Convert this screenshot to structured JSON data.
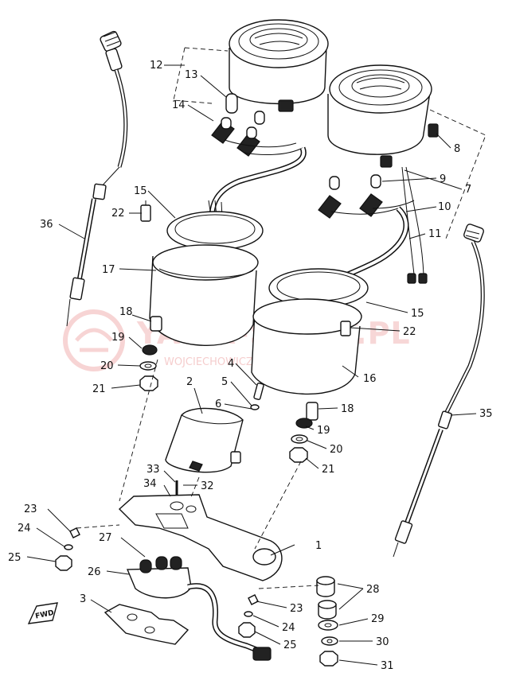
{
  "watermark": {
    "main": "YAMA-SKLEP.PL",
    "sub": "WOJCIECHOWICZ DEALER YAMAHA"
  },
  "fwd_label": "FWD",
  "callouts": [
    {
      "id": "1",
      "text": "1"
    },
    {
      "id": "2",
      "text": "2"
    },
    {
      "id": "3",
      "text": "3"
    },
    {
      "id": "4",
      "text": "4"
    },
    {
      "id": "5",
      "text": "5"
    },
    {
      "id": "6",
      "text": "6"
    },
    {
      "id": "7",
      "text": "7"
    },
    {
      "id": "8",
      "text": "8"
    },
    {
      "id": "9",
      "text": "9"
    },
    {
      "id": "10",
      "text": "10"
    },
    {
      "id": "11",
      "text": "11"
    },
    {
      "id": "12",
      "text": "12"
    },
    {
      "id": "13",
      "text": "13"
    },
    {
      "id": "14",
      "text": "14"
    },
    {
      "id": "15a",
      "text": "15"
    },
    {
      "id": "15b",
      "text": "15"
    },
    {
      "id": "16",
      "text": "16"
    },
    {
      "id": "17",
      "text": "17"
    },
    {
      "id": "18a",
      "text": "18"
    },
    {
      "id": "18b",
      "text": "18"
    },
    {
      "id": "19a",
      "text": "19"
    },
    {
      "id": "19b",
      "text": "19"
    },
    {
      "id": "20a",
      "text": "20"
    },
    {
      "id": "20b",
      "text": "20"
    },
    {
      "id": "21a",
      "text": "21"
    },
    {
      "id": "21b",
      "text": "21"
    },
    {
      "id": "22a",
      "text": "22"
    },
    {
      "id": "22b",
      "text": "22"
    },
    {
      "id": "23a",
      "text": "23"
    },
    {
      "id": "23b",
      "text": "23"
    },
    {
      "id": "24a",
      "text": "24"
    },
    {
      "id": "24b",
      "text": "24"
    },
    {
      "id": "25a",
      "text": "25"
    },
    {
      "id": "25b",
      "text": "25"
    },
    {
      "id": "26",
      "text": "26"
    },
    {
      "id": "27",
      "text": "27"
    },
    {
      "id": "28",
      "text": "28"
    },
    {
      "id": "29",
      "text": "29"
    },
    {
      "id": "30",
      "text": "30"
    },
    {
      "id": "31",
      "text": "31"
    },
    {
      "id": "32",
      "text": "32"
    },
    {
      "id": "33",
      "text": "33"
    },
    {
      "id": "34",
      "text": "34"
    },
    {
      "id": "35",
      "text": "35"
    },
    {
      "id": "36",
      "text": "36"
    }
  ]
}
